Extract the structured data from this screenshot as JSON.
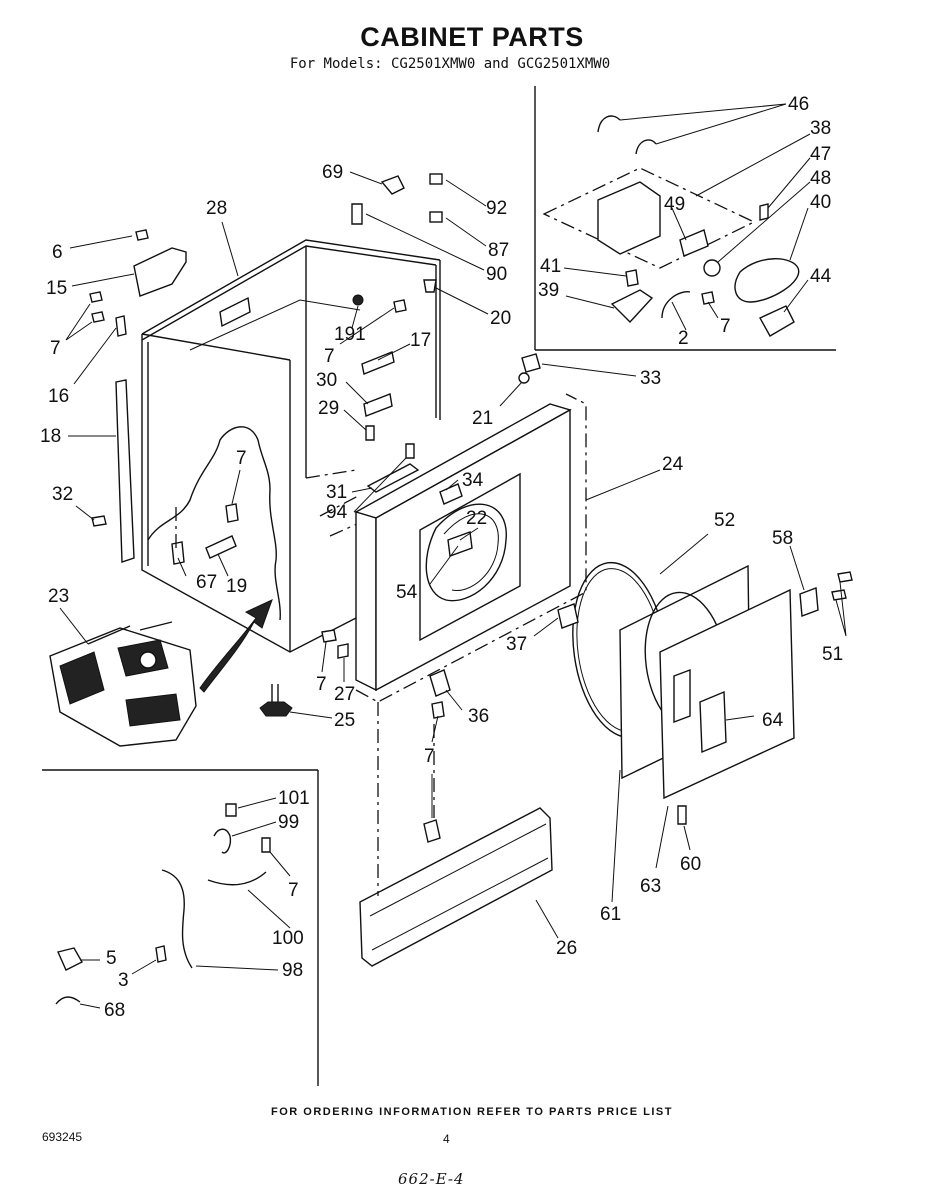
{
  "header": {
    "title": "CABINET PARTS",
    "subtitle": "For Models: CG2501XMW0 and GCG2501XMW0"
  },
  "footer": {
    "ordering_note": "FOR ORDERING INFORMATION REFER TO PARTS PRICE LIST",
    "document_number": "693245",
    "page_number": "4",
    "handwritten_note": "662-E-4"
  },
  "callouts": {
    "c46": "46",
    "c38": "38",
    "c47": "47",
    "c48": "48",
    "c40": "40",
    "c49": "49",
    "c41": "41",
    "c39": "39",
    "c44": "44",
    "c7a": "7",
    "c2": "2",
    "c69": "69",
    "c92": "92",
    "c87": "87",
    "c90": "90",
    "c20": "20",
    "c28": "28",
    "c6": "6",
    "c15": "15",
    "c7b": "7",
    "c16": "16",
    "c191": "191",
    "c7c": "7",
    "c17": "17",
    "c30": "30",
    "c29": "29",
    "c33": "33",
    "c21": "21",
    "c18": "18",
    "c7d": "7",
    "c32": "32",
    "c31": "31",
    "c94": "94",
    "c34": "34",
    "c22": "22",
    "c24": "24",
    "c67": "67",
    "c19": "19",
    "c54": "54",
    "c52": "52",
    "c58": "58",
    "c23": "23",
    "c37": "37",
    "c51": "51",
    "c7e": "7",
    "c27": "27",
    "c25": "25",
    "c36": "36",
    "c64": "64",
    "c7f": "7",
    "c101": "101",
    "c99": "99",
    "c7g": "7",
    "c100": "100",
    "c5": "5",
    "c3": "3",
    "c98": "98",
    "c68": "68",
    "c60": "60",
    "c63": "63",
    "c61": "61",
    "c26": "26"
  }
}
